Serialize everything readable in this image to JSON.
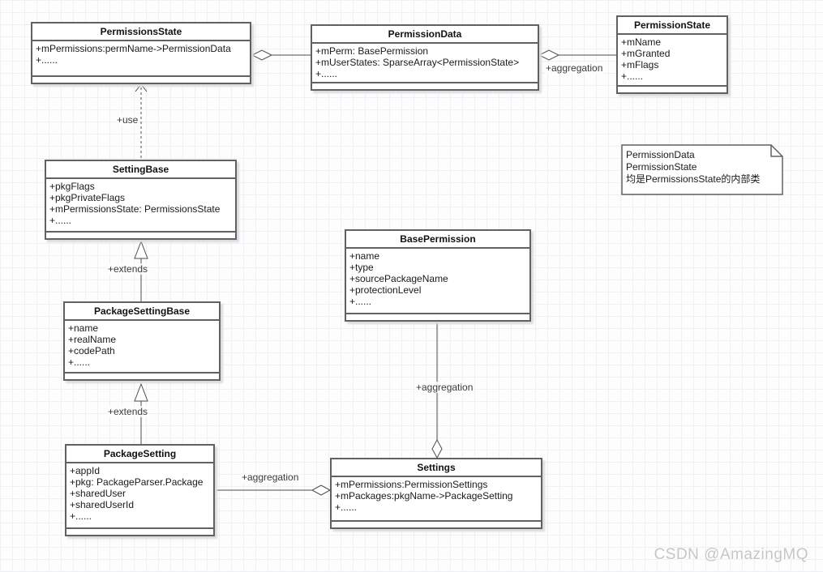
{
  "diagram": {
    "classes": [
      {
        "name": "PermissionsState",
        "attributes": [
          "+mPermissions:permName->PermissionData",
          "+......"
        ]
      },
      {
        "name": "PermissionData",
        "attributes": [
          "+mPerm: BasePermission",
          "+mUserStates: SparseArray<PermissionState>",
          "+......"
        ]
      },
      {
        "name": "PermissionState",
        "attributes": [
          "+mName",
          "+mGranted",
          "+mFlags",
          "+......"
        ]
      },
      {
        "name": "SettingBase",
        "attributes": [
          "+pkgFlags",
          "+pkgPrivateFlags",
          "+mPermissionsState: PermissionsState",
          "+......"
        ]
      },
      {
        "name": "PackageSettingBase",
        "attributes": [
          "+name",
          "+realName",
          "+codePath",
          "+......"
        ]
      },
      {
        "name": "BasePermission",
        "attributes": [
          "+name",
          "+type",
          "+sourcePackageName",
          "+protectionLevel",
          "+......"
        ]
      },
      {
        "name": "PackageSetting",
        "attributes": [
          "+appId",
          "+pkg: PackageParser.Package",
          "+sharedUser",
          "+sharedUserId",
          "+......"
        ]
      },
      {
        "name": "Settings",
        "attributes": [
          "+mPermissions:PermissionSettings",
          "+mPackages:pkgName->PackageSetting",
          "+......"
        ]
      }
    ],
    "note": {
      "line1": "PermissionData",
      "line2": "PermissionState",
      "line3": "均是PermissionsState的内部类"
    },
    "edges": [
      {
        "from": "PermissionsState",
        "to": "PermissionData",
        "type": "aggregation",
        "label": ""
      },
      {
        "from": "PermissionData",
        "to": "PermissionState",
        "type": "aggregation",
        "label": "+aggregation"
      },
      {
        "from": "SettingBase",
        "to": "PermissionsState",
        "type": "dependency",
        "label": "+use"
      },
      {
        "from": "PackageSettingBase",
        "to": "SettingBase",
        "type": "generalization",
        "label": "+extends"
      },
      {
        "from": "PackageSetting",
        "to": "PackageSettingBase",
        "type": "generalization",
        "label": "+extends"
      },
      {
        "from": "PackageSetting",
        "to": "Settings",
        "type": "aggregation",
        "label": "+aggregation"
      },
      {
        "from": "BasePermission",
        "to": "Settings",
        "type": "aggregation",
        "label": "+aggregation"
      }
    ]
  },
  "watermark": "CSDN @AmazingMQ",
  "colors": {
    "box_border": "#616161",
    "edge": "#4d4d4d",
    "grid": "#eef0f3",
    "watermark": "#c5c6c8"
  }
}
